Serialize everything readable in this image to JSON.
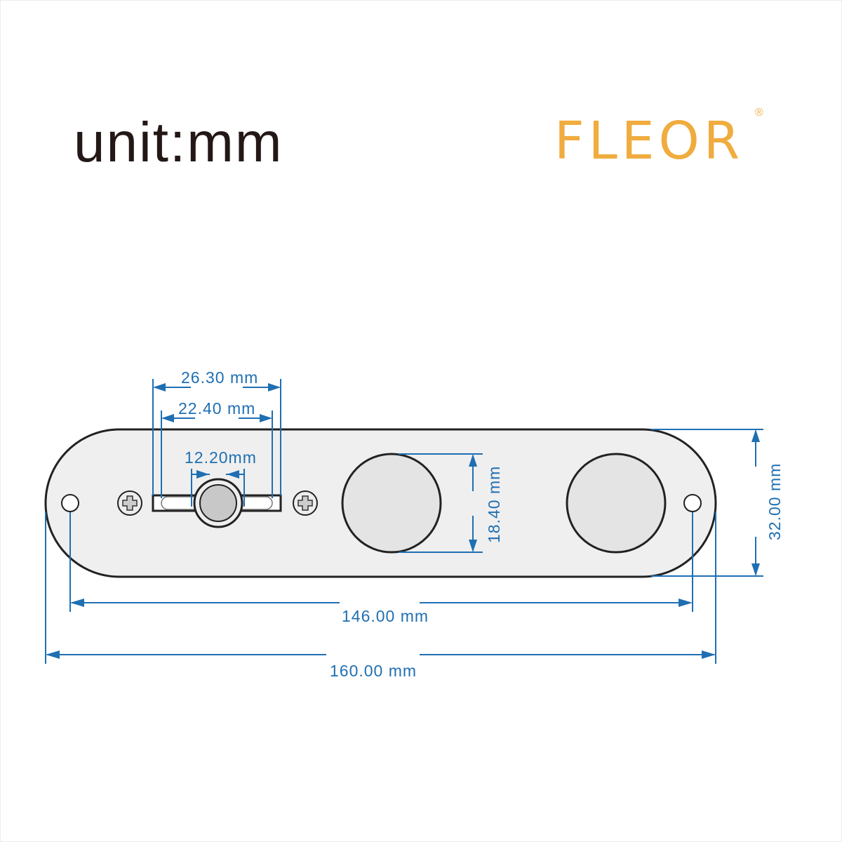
{
  "header": {
    "unit_label": "unit:mm"
  },
  "logo": {
    "text": "FLEOR",
    "registered": "®",
    "color": "#f0ac3e"
  },
  "dimensions": {
    "outer_length": "160.00 mm",
    "hole_spacing": "146.00 mm",
    "width": "32.00 mm",
    "knob_hole": "18.40 mm",
    "slot_outer": "26.30 mm",
    "slot_inner": "22.40 mm",
    "switch_hole": "12.20mm"
  },
  "colors": {
    "dimension": "#1f6fb2",
    "plate": "#efefef",
    "outline": "#222222"
  }
}
